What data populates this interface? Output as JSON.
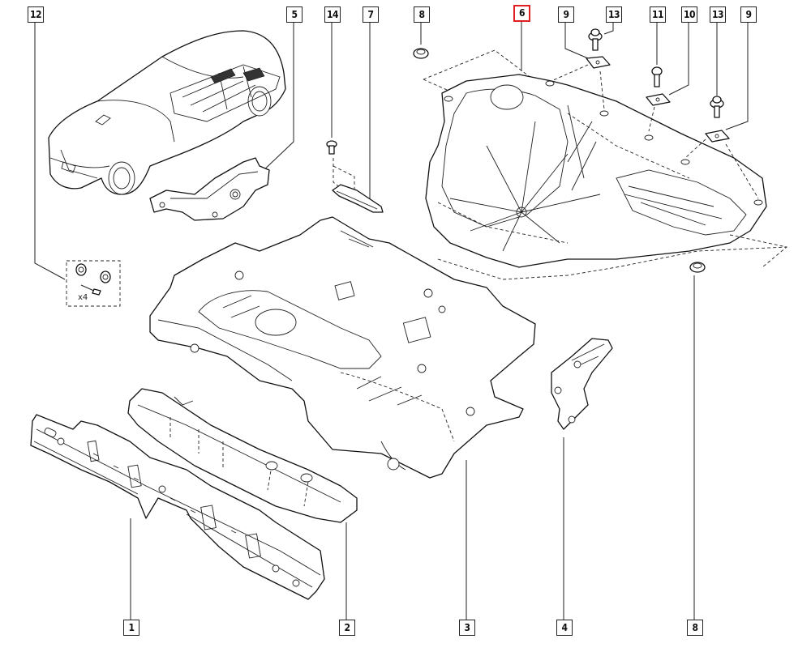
{
  "diagram": {
    "title": "Rear floor assembly exploded view",
    "highlight_color": "#e02020",
    "selected_callout": "6",
    "callouts": [
      {
        "id": "c12",
        "label": "12",
        "part": "fastener kit (clips and rivet)"
      },
      {
        "id": "c5",
        "label": "5",
        "part": "rear floor side bracket"
      },
      {
        "id": "c14",
        "label": "14",
        "part": "bolt"
      },
      {
        "id": "c7",
        "label": "7",
        "part": "small reinforcement"
      },
      {
        "id": "c8a",
        "label": "8",
        "part": "plug"
      },
      {
        "id": "c6",
        "label": "6",
        "part": "spare wheel well / rear floor pan"
      },
      {
        "id": "c9a",
        "label": "9",
        "part": "clip nut"
      },
      {
        "id": "c13a",
        "label": "13",
        "part": "bolt"
      },
      {
        "id": "c11",
        "label": "11",
        "part": "bolt"
      },
      {
        "id": "c10",
        "label": "10",
        "part": "clip nut"
      },
      {
        "id": "c13b",
        "label": "13",
        "part": "bolt"
      },
      {
        "id": "c9b",
        "label": "9",
        "part": "clip nut"
      },
      {
        "id": "c1",
        "label": "1",
        "part": "rear cross member"
      },
      {
        "id": "c2",
        "label": "2",
        "part": "rear floor reinforcement"
      },
      {
        "id": "c3",
        "label": "3",
        "part": "center rear floor panel"
      },
      {
        "id": "c4",
        "label": "4",
        "part": "rear floor side bracket"
      },
      {
        "id": "c8b",
        "label": "8",
        "part": "plug"
      }
    ],
    "kit": {
      "quantity_label": "x4"
    },
    "parts": [
      "vehicle-overview",
      "side-bracket-5",
      "bolt-14",
      "reinforcement-7",
      "plug-8",
      "floor-pan-6",
      "clip-nut-9",
      "bolt-13",
      "bolt-11",
      "clip-nut-10",
      "floor-panel-3",
      "cross-member-1",
      "reinforcement-2",
      "bracket-4",
      "fastener-kit-12"
    ]
  }
}
